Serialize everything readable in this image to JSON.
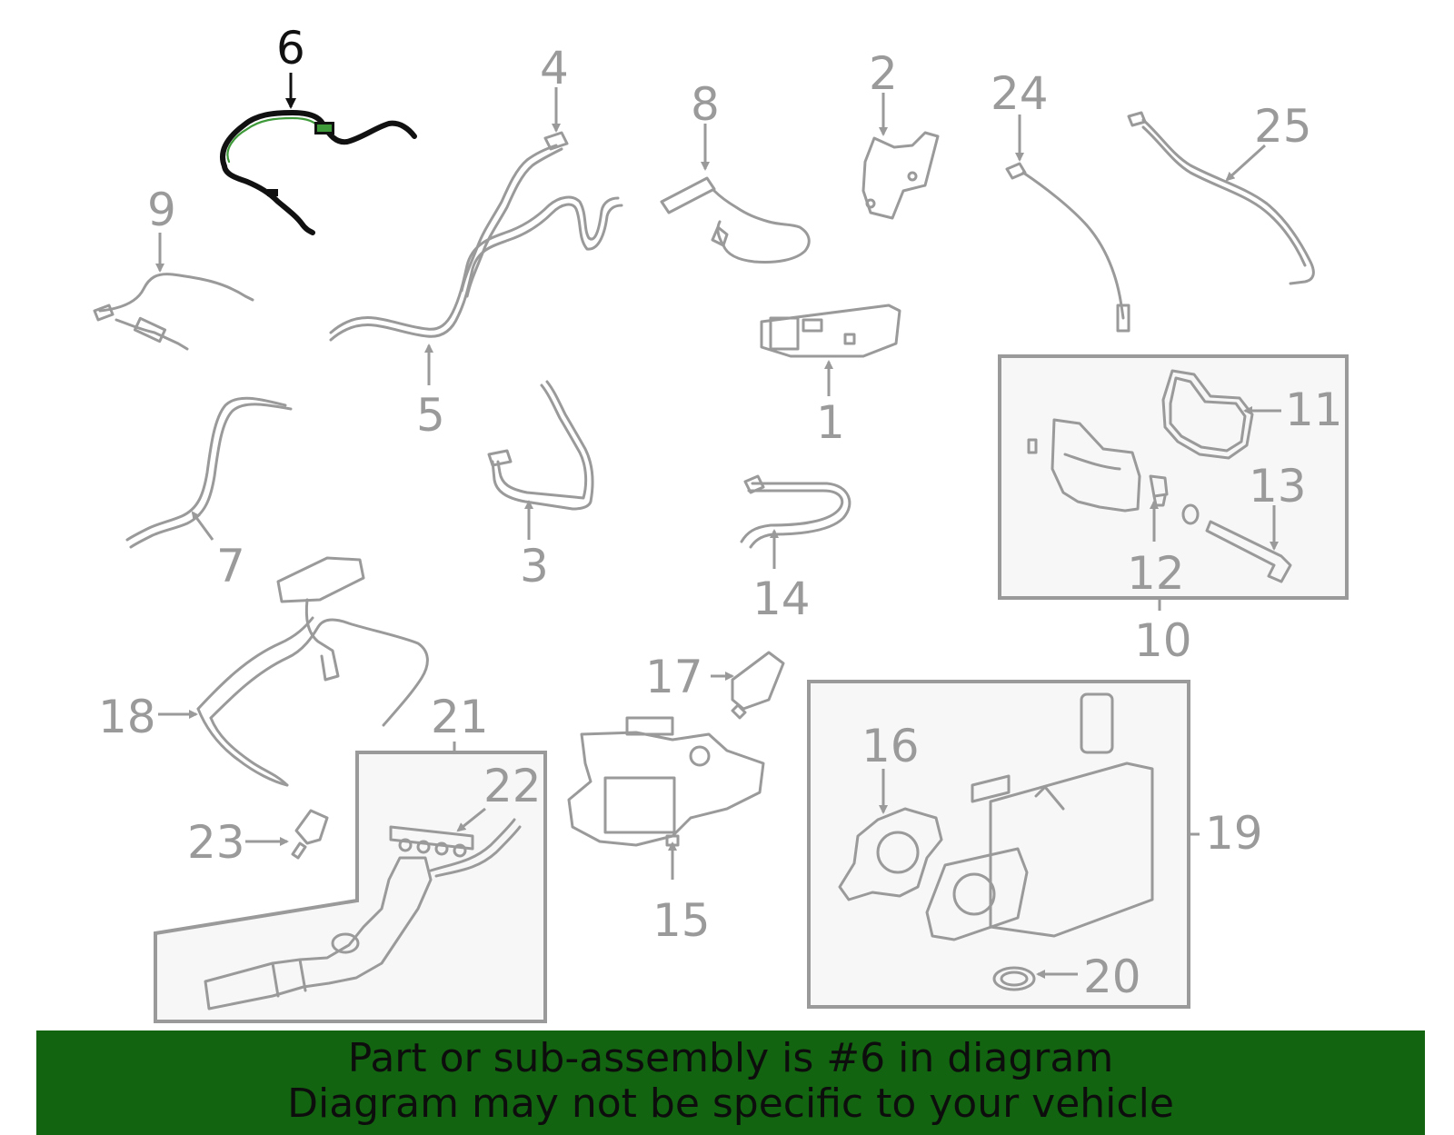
{
  "colors": {
    "line": "#9a9a9a",
    "highlight_part": "#111111",
    "highlight_outline": "#3f9a3a",
    "box_fill": "#f7f7f7",
    "banner_bg": "#136410",
    "banner_text": "#0d0d0d"
  },
  "diagram": {
    "highlighted_callout": "6",
    "callouts": {
      "c1": "1",
      "c2": "2",
      "c3": "3",
      "c4": "4",
      "c5": "5",
      "c6": "6",
      "c7": "7",
      "c8": "8",
      "c9": "9",
      "c10": "10",
      "c11": "11",
      "c12": "12",
      "c13": "13",
      "c14": "14",
      "c15": "15",
      "c16": "16",
      "c17": "17",
      "c18": "18",
      "c19": "19",
      "c20": "20",
      "c21": "21",
      "c22": "22",
      "c23": "23",
      "c24": "24",
      "c25": "25"
    }
  },
  "banner": {
    "line1": "Part or sub-assembly is #6 in diagram",
    "line2": "Diagram may not be specific to your vehicle"
  }
}
